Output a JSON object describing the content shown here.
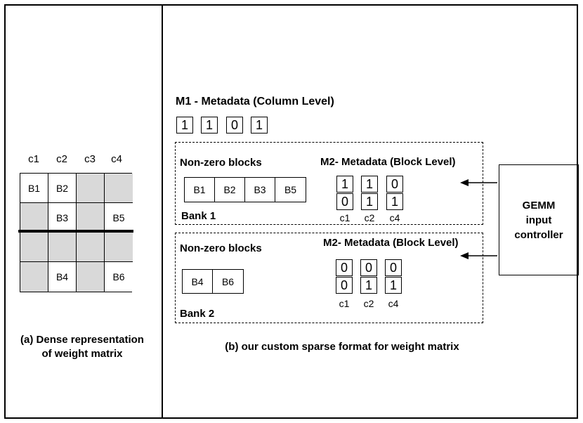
{
  "left_panel": {
    "columns": [
      "c1",
      "c2",
      "c3",
      "c4"
    ],
    "matrix": [
      [
        "B1",
        "B2",
        "",
        ""
      ],
      [
        "",
        "B3",
        "",
        "B5"
      ],
      [
        "",
        "",
        "",
        ""
      ],
      [
        "",
        "B4",
        "",
        "B6"
      ]
    ],
    "caption_line1": "(a) Dense representation",
    "caption_line2": "of weight matrix"
  },
  "right_panel": {
    "m1_title": "M1 - Metadata (Column Level)",
    "m1_values": [
      "1",
      "1",
      "0",
      "1"
    ],
    "bank1": {
      "nz_title": "Non-zero blocks",
      "blocks": [
        "B1",
        "B2",
        "B3",
        "B5"
      ],
      "m2_title": "M2- Metadata (Block Level)",
      "meta_columns": [
        {
          "label": "c1",
          "values": [
            "1",
            "0"
          ]
        },
        {
          "label": "c2",
          "values": [
            "1",
            "1"
          ]
        },
        {
          "label": "c4",
          "values": [
            "0",
            "1"
          ]
        }
      ],
      "label": "Bank 1"
    },
    "bank2": {
      "nz_title": "Non-zero blocks",
      "blocks": [
        "B4",
        "B6"
      ],
      "m2_title": "M2- Metadata (Block Level)",
      "meta_columns": [
        {
          "label": "c1",
          "values": [
            "0",
            "0"
          ]
        },
        {
          "label": "c2",
          "values": [
            "0",
            "1"
          ]
        },
        {
          "label": "c4",
          "values": [
            "0",
            "1"
          ]
        }
      ],
      "label": "Bank 2"
    },
    "controller_line1": "GEMM",
    "controller_line2": "input",
    "controller_line3": "controller",
    "caption": "(b) our custom sparse format for weight matrix"
  },
  "colors": {
    "empty_cell": "#d9d9d9",
    "border": "#000000"
  }
}
